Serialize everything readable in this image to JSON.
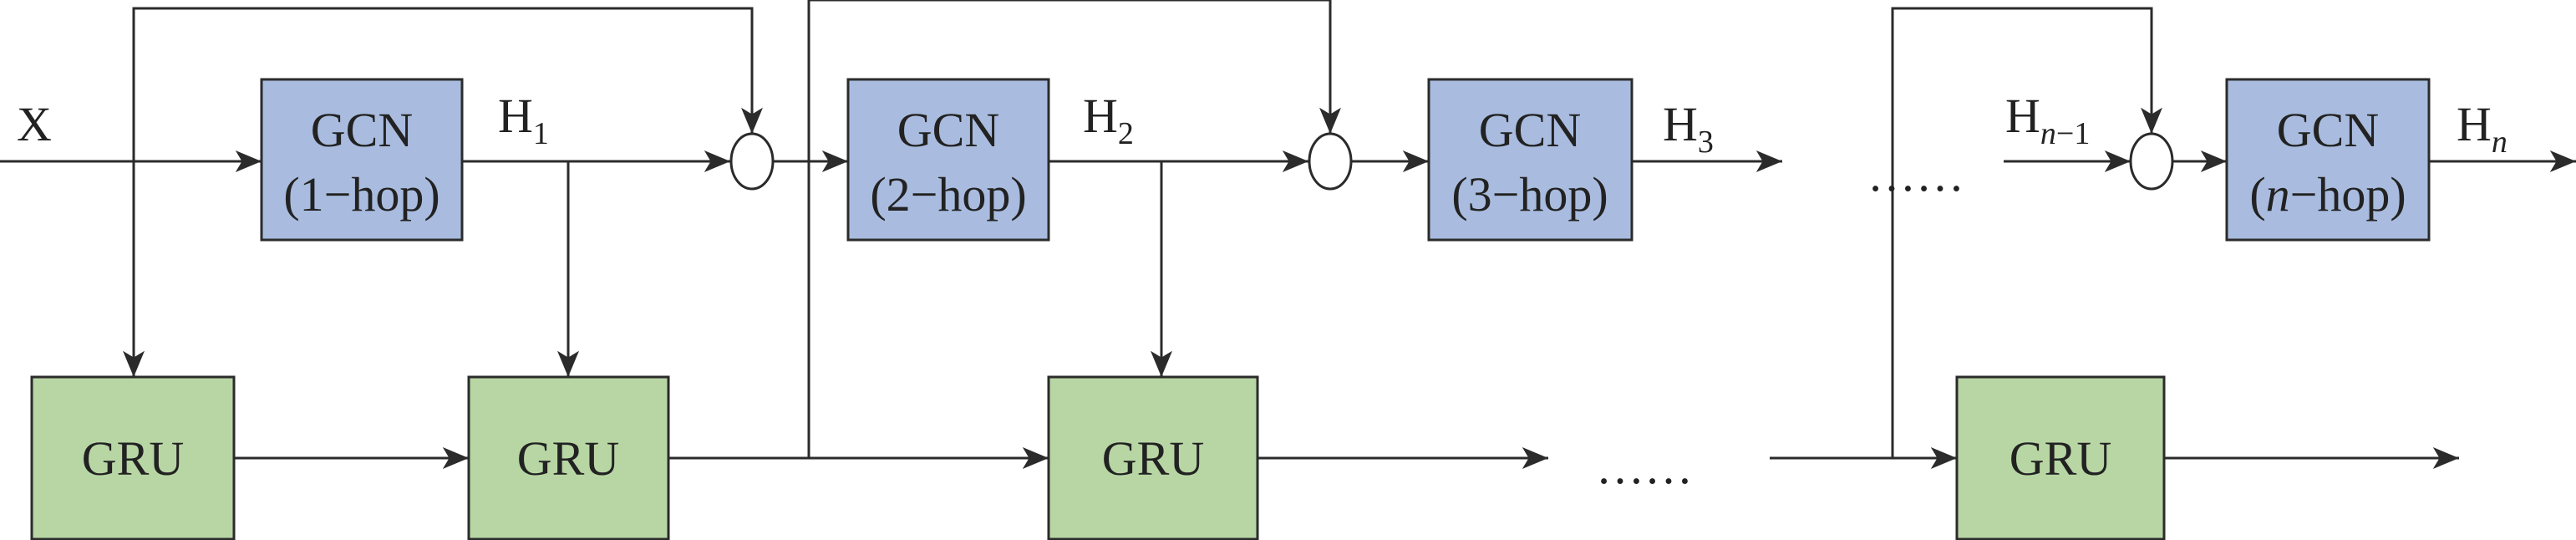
{
  "colors": {
    "gcn_fill": "#a9bcdf",
    "gru_fill": "#b7d6a4",
    "stroke": "#2b2b2b",
    "background": "#ffffff"
  },
  "input_label": "X",
  "gcn_blocks": [
    {
      "title": "GCN",
      "hop": "(1−hop)"
    },
    {
      "title": "GCN",
      "hop": "(2−hop)"
    },
    {
      "title": "GCN",
      "hop": "(3−hop)"
    },
    {
      "title": "GCN",
      "hop_prefix": "(",
      "hop_var": "n",
      "hop_suffix": "−hop)"
    }
  ],
  "gru_blocks": [
    {
      "title": "GRU"
    },
    {
      "title": "GRU"
    },
    {
      "title": "GRU"
    },
    {
      "title": "GRU"
    }
  ],
  "h_labels": {
    "h1": {
      "base": "H",
      "sub": "1"
    },
    "h2": {
      "base": "H",
      "sub": "2"
    },
    "h3": {
      "base": "H",
      "sub": "3"
    },
    "hn_minus_1": {
      "base": "H",
      "sub_var": "n",
      "sub_rest": "−1"
    },
    "hn": {
      "base": "H",
      "sub_var": "n"
    }
  },
  "ellipsis_top": "……",
  "ellipsis_bottom": "……"
}
